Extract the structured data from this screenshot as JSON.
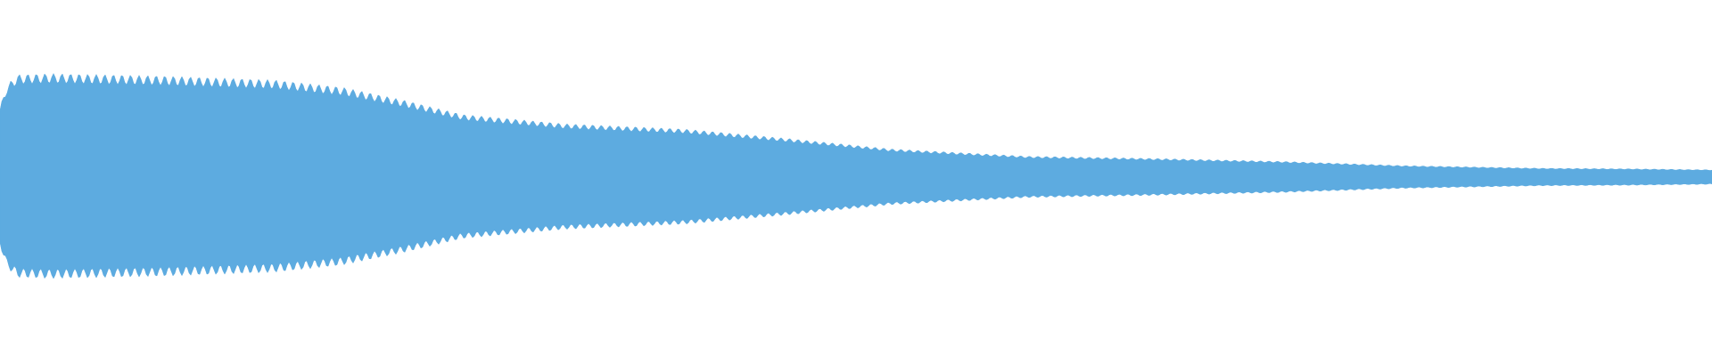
{
  "waveform": {
    "color": "#5dabe0",
    "background": "#ffffff",
    "peak_envelope": [
      {
        "t": 0.0,
        "level": 0.67
      },
      {
        "t": 0.004,
        "level": 0.88
      },
      {
        "t": 0.01,
        "level": 0.98
      },
      {
        "t": 0.03,
        "level": 0.99
      },
      {
        "t": 0.09,
        "level": 0.97
      },
      {
        "t": 0.16,
        "level": 0.93
      },
      {
        "t": 0.2,
        "level": 0.86
      },
      {
        "t": 0.235,
        "level": 0.74
      },
      {
        "t": 0.27,
        "level": 0.6
      },
      {
        "t": 0.33,
        "level": 0.51
      },
      {
        "t": 0.4,
        "level": 0.46
      },
      {
        "t": 0.46,
        "level": 0.37
      },
      {
        "t": 0.52,
        "level": 0.27
      },
      {
        "t": 0.6,
        "level": 0.2
      },
      {
        "t": 0.67,
        "level": 0.18
      },
      {
        "t": 0.75,
        "level": 0.15
      },
      {
        "t": 0.82,
        "level": 0.11
      },
      {
        "t": 0.9,
        "level": 0.085
      },
      {
        "t": 0.95,
        "level": 0.08
      },
      {
        "t": 1.0,
        "level": 0.07
      }
    ],
    "ripple_cycles": 200,
    "ripple_depth": 0.05
  }
}
